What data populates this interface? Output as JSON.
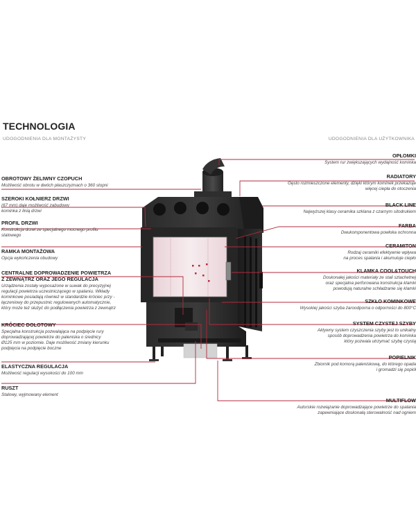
{
  "page": {
    "title": "TECHNOLOGIA",
    "left_subheading": "UDOGODNIENIA DLA MONTAŻYSTY",
    "right_subheading": "UDOGODNIENIA DLA UŻYTKOWNIKA"
  },
  "left_features": [
    {
      "heading": "OBROTOWY ŻELIWNY CZOPUCH",
      "desc": "Możliwość obrotu w dwóch płaszczyznach o 360 stopni"
    },
    {
      "heading": "SZEROKI KOŁNIERZ DRZWI",
      "desc": "(67 mm) daje możliwość zabudowy\nkominka z linią drzwi"
    },
    {
      "heading": "PROFIL DRZWI",
      "desc": "Konstrukcja drzwi ze specjalnego mocnego profilu\nstalowego"
    },
    {
      "heading": "RAMKA MONTAŻOWA",
      "desc": "Opcja wykończenia obudowy"
    },
    {
      "heading": "CENTRALNE DOPROWADZENIE POWIETRZA\nZ ZEWNĄTRZ ORAZ JEGO REGULACJA",
      "desc": "Urządzenia zostały wyposażone w suwak do precyzyjnej\nregulacji powietrza uczestniczącego w spalaniu. Wkłady\nkominkowe posiadają również w standardzie króciec przy -\nłączeniowy do przepustnic regulowanych automatycznie,\nktóry może też służyć do podłączenia powietrza z zewnątrz"
    },
    {
      "heading": "KRÓCIEC DOLOTOWY",
      "desc": "Specjalna konstrukcja pozwalająca na podpięcie rury\ndoprowadzającej powietrze do paleniska o średnicy\nØ125 mm w poziomie. Daje możliwość zmiany kierunku\npodpięcia na podpięcie boczne"
    },
    {
      "heading": "ELASTYCZNA REGULACJA",
      "desc": "Możliwość regulacji wysokości do 100 mm"
    },
    {
      "heading": "RUSZT",
      "desc": "Stalowy, wyjmowany element"
    }
  ],
  "right_features": [
    {
      "heading": "OPŁOMKI",
      "desc": "System rur zwiększających wydajność kominka"
    },
    {
      "heading": "RADIATORY",
      "desc": "Gęsto rozmieszczone elementy, dzięki którym kominek przekazuje\nwięcej ciepła do otoczenia"
    },
    {
      "heading": "BLACK LINE",
      "desc": "Najwyższej klasy ceramika szklana z czarnym sitodrukiem"
    },
    {
      "heading": "FARBA",
      "desc": "Dwukomponentowa powłoka ochronna"
    },
    {
      "heading": "CERAMITON",
      "desc": "Rodzaj ceramiki efektywnie wpływa\nna proces spalania i akumuluje ciepło"
    },
    {
      "heading": "KLAMKA COOL&TOUCH",
      "desc": "Doskonałej jakości materiały ze stali szlachetnej\noraz specjalna perforowana konstrukcja klamki\npowodują naturalne schładzanie się klamki"
    },
    {
      "heading": "SZKŁO KOMINKOWE",
      "desc": "Wysokiej jakości szyba żaroodporna o odporności do 800°C"
    },
    {
      "heading": "SYSTEM CZYSTEJ SZYBY",
      "desc": "Aktywny system czyszczenia szyby jest to unikalny\nsposób doprowadzenia powietrza do kominka\nktóry pozwala utrzymać szybę czystą"
    },
    {
      "heading": "POPIELNIK",
      "desc": "Zbiornik pod komorą paleniskową, do którego opada\ni gromadzi się popiół"
    },
    {
      "heading": "MULTIFLOW",
      "desc": "Autorskie rozwiązanie doprowadzające powietrze do spalania\nzapewniające doskonałą sterowalność nad ogniem"
    }
  ],
  "colors": {
    "leader_line": "#b32a3c",
    "heading_text": "#1f1f1f",
    "body_text": "#444444",
    "subheading_text": "#888888"
  }
}
